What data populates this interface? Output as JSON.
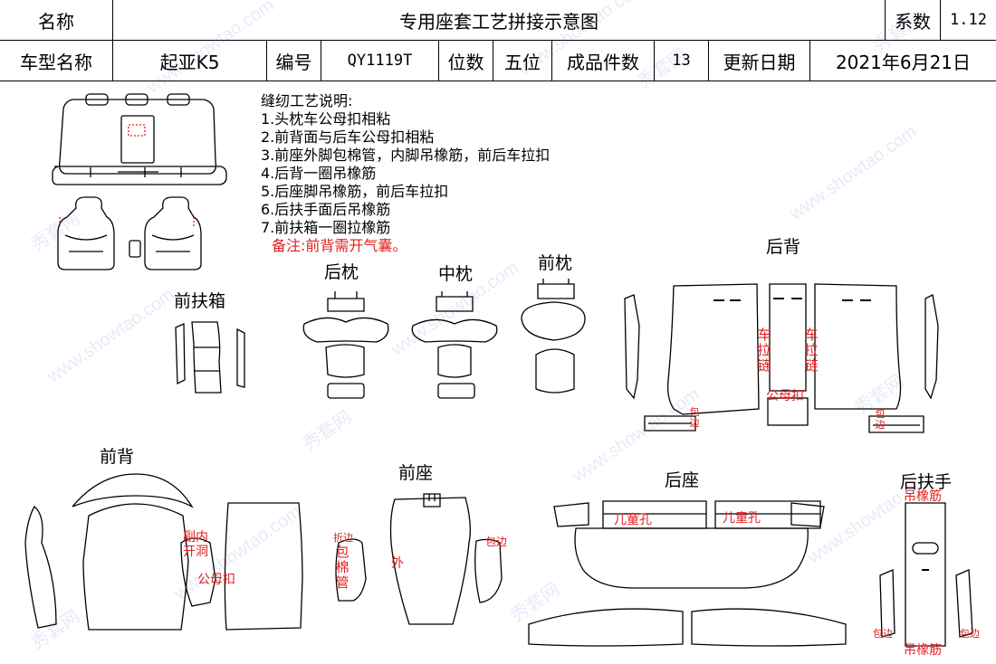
{
  "header": {
    "name_label": "名称",
    "doc_title": "专用座套工艺拼接示意图",
    "coef_label": "系数",
    "coef_value": "1.12",
    "model_label": "车型名称",
    "model_value": "起亚K5",
    "code_label": "编号",
    "code_value": "QY1119T",
    "seats_label": "位数",
    "seats_value": "五位",
    "pieces_label": "成品件数",
    "pieces_value": "13",
    "date_label": "更新日期",
    "date_value": "2021年6月21日"
  },
  "notes": {
    "title": "缝纫工艺说明:",
    "items": [
      "1.头枕车公母扣相粘",
      "2.前背面与后车公母扣相粘",
      "3.前座外脚包棉管，内脚吊橡筋，前后车拉扣",
      "4.后背一圈吊橡筋",
      "5.后座脚吊橡筋，前后车拉扣",
      "6.后扶手面后吊橡筋",
      "7.前扶箱一圈拉橡筋"
    ],
    "remark": "备注:前背需开气囊。"
  },
  "sections": {
    "front_armbox": "前扶箱",
    "rear_headrest": "后枕",
    "mid_headrest": "中枕",
    "front_headrest": "前枕",
    "rear_back": "后背",
    "front_back": "前背",
    "front_seat": "前座",
    "rear_seat": "后座",
    "rear_armrest": "后扶手"
  },
  "annotations": {
    "zipper_left": "车拉链",
    "zipper_right": "车拉链",
    "snap_rear_back": "公母扣",
    "edge_rb_left": "包边",
    "edge_rb_right": "包边",
    "inner_hole": "副内开洞",
    "snap_front_back": "公母扣",
    "fold_edge": "折边",
    "foam_tube": "包棉管",
    "outer": "外",
    "edge_front_seat": "包边",
    "child_hole_left": "儿童孔",
    "child_hole_right": "儿童孔",
    "elastic_top": "吊橡筋",
    "elastic_bottom": "吊橡筋",
    "edge_arm_left": "包边",
    "edge_arm_right": "包边"
  },
  "watermark": [
    "秀套网",
    "www.showtao.com"
  ],
  "colors": {
    "line": "#000000",
    "annotation": "#e02020",
    "watermark": "#8c8cdc"
  }
}
